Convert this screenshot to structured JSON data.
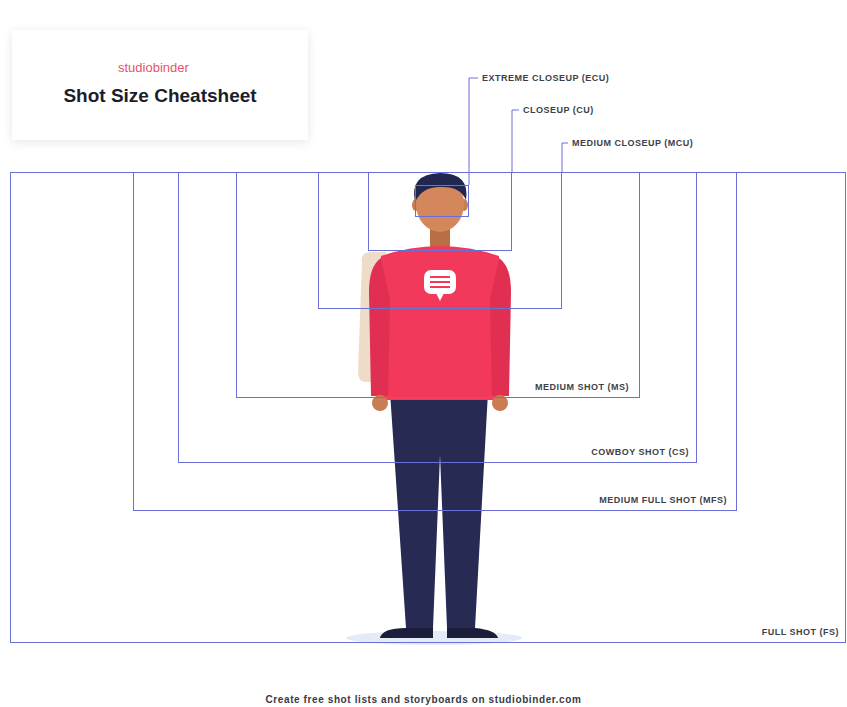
{
  "diagram": {
    "title": "Shot Size Cheatsheet",
    "caption": "Create free shot lists and storyboards on studiobinder.com",
    "nodes": [
      {
        "text": [
          "FULL SHOT (FS)"
        ]
      },
      {
        "text": [
          "MEDIUM FULL SHOT (MFS)"
        ],
        "in": 0
      },
      {
        "text": [
          "COWBOY SHOT (CS)"
        ],
        "in": 1
      },
      {
        "text": [
          "MEDIUM SHOT (MS)"
        ],
        "in": 2
      },
      {
        "text": [
          "MEDIUM CLOSEUP (MCU)"
        ],
        "in": 3
      },
      {
        "text": [
          "CLOSEUP (CU)"
        ],
        "in": 4
      },
      {
        "text": [
          "EXTREME CLOSEUP (ECU)"
        ],
        "in": 5
      }
    ],
    "labels": [
      "studiobinder"
    ]
  }
}
